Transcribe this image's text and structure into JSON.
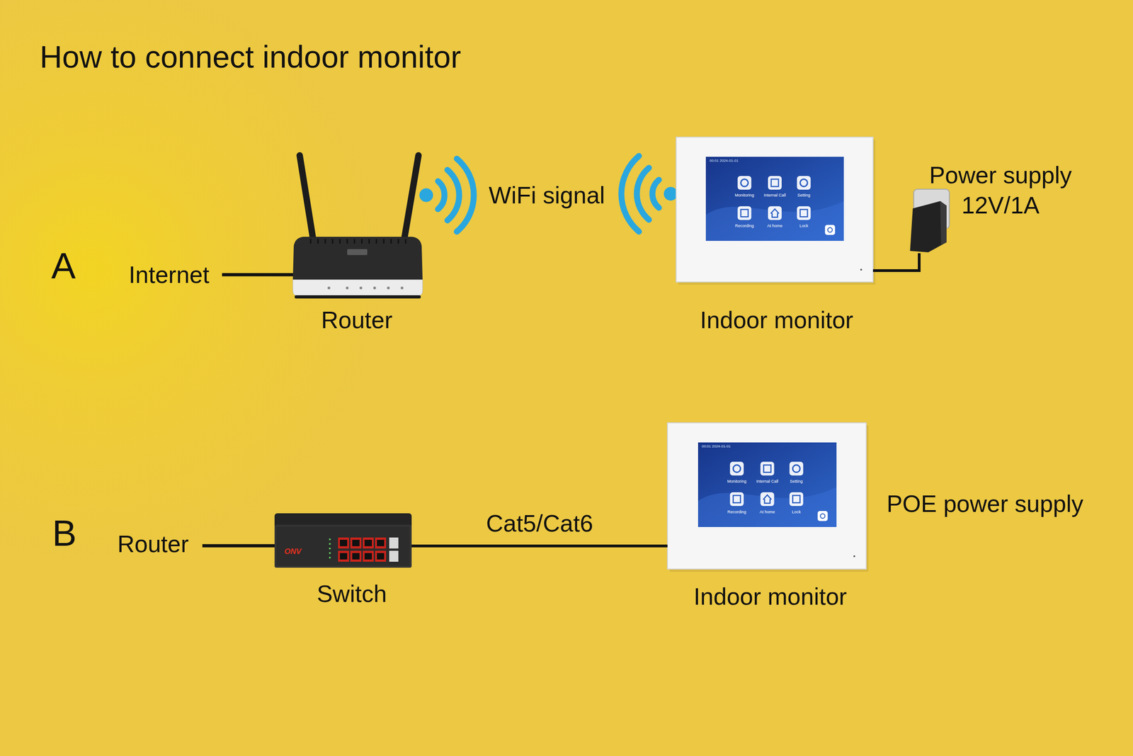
{
  "diagram": {
    "title": "How to connect indoor monitor",
    "nodes": [
      {
        "text": [
          "Router"
        ]
      },
      {
        "text": [
          "Indoor monitor"
        ]
      },
      {
        "text": [
          "Power supply 12V/1A"
        ]
      },
      {
        "text": [
          "Switch"
        ]
      },
      {
        "text": [
          "Indoor monitor"
        ]
      }
    ],
    "edges": [
      {
        "from": 1,
        "to": 2,
        "arrow": "none"
      },
      {
        "from": 3,
        "to": 4,
        "label": "Cat5/Cat6",
        "arrow": "none"
      }
    ],
    "labels": [
      "A",
      "Internet",
      "WiFi signal",
      "00:01 2024-01-01",
      "Monitoring",
      "Internal Call",
      "Setting",
      "Recording",
      "At home",
      "Lock",
      "B",
      "Router",
      "ONV",
      "00:01 2024-01-01",
      "Monitoring",
      "Internal Call",
      "Setting",
      "Recording",
      "At home",
      "Lock",
      "POE power supply"
    ]
  }
}
